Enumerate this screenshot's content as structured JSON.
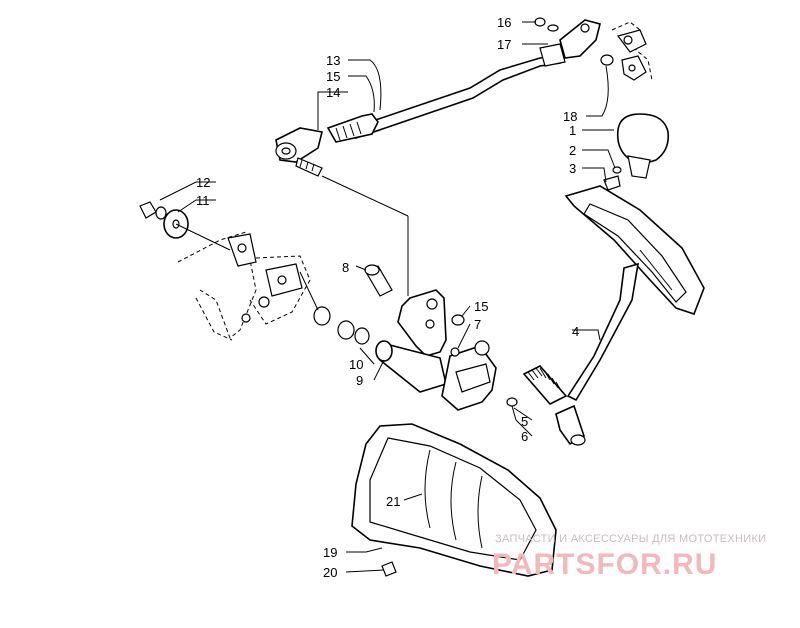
{
  "callouts": {
    "c16": "16",
    "c17": "17",
    "c13": "13",
    "c15a": "15",
    "c14": "14",
    "c18": "18",
    "c1": "1",
    "c2": "2",
    "c3": "3",
    "c12": "12",
    "c11": "11",
    "c8": "8",
    "c15b": "15",
    "c7": "7",
    "c10": "10",
    "c9": "9",
    "c4": "4",
    "c5": "5",
    "c6": "6",
    "c21": "21",
    "c19": "19",
    "c20": "20"
  },
  "watermark": {
    "tagline": "ЗАПЧАСТИ И АКСЕССУАРЫ ДЛЯ МОТОТЕХНИКИ",
    "logo": "PARTSFOR.RU"
  }
}
